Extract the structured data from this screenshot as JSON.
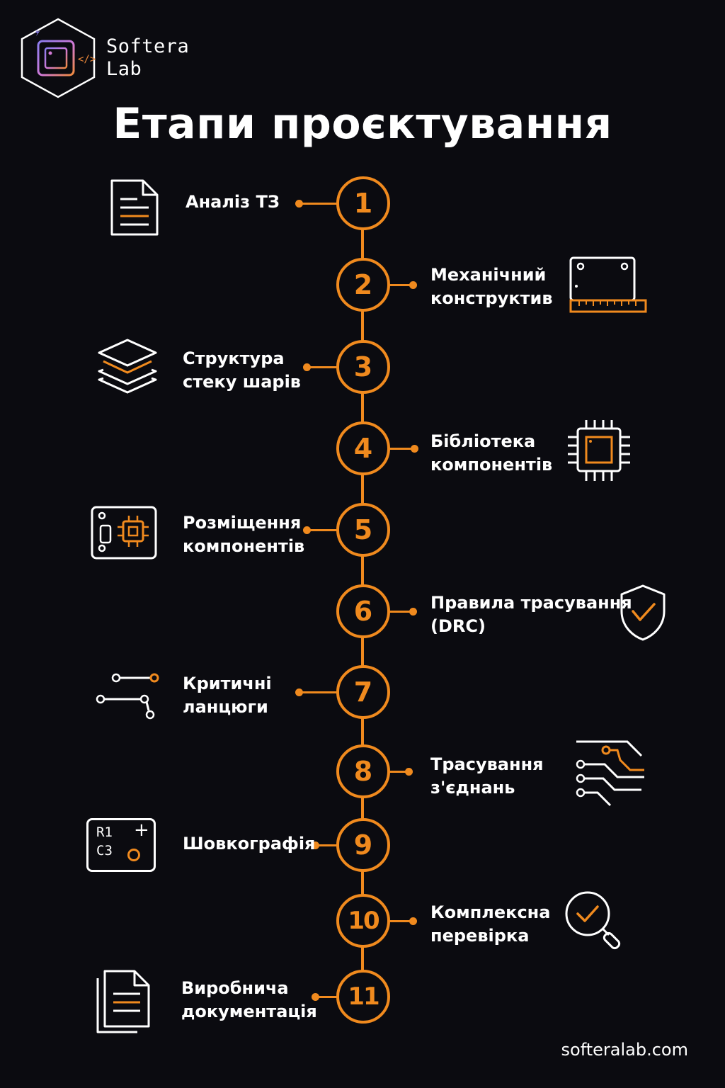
{
  "brand": {
    "line1": "Softera",
    "line2": "Lab"
  },
  "title": "Етапи проєктування",
  "steps": [
    {
      "number": "1",
      "line1": "Аналіз ТЗ",
      "line2": "",
      "side": "left",
      "icon": "document-icon"
    },
    {
      "number": "2",
      "line1": "Механічний",
      "line2": "конструктив",
      "side": "right",
      "icon": "board-ruler-icon"
    },
    {
      "number": "3",
      "line1": "Структура",
      "line2": "стеку шарів",
      "side": "left",
      "icon": "layers-icon"
    },
    {
      "number": "4",
      "line1": "Бібліотека",
      "line2": "компонентів",
      "side": "right",
      "icon": "chip-icon"
    },
    {
      "number": "5",
      "line1": "Розміщення",
      "line2": "компонентів",
      "side": "left",
      "icon": "board-placement-icon"
    },
    {
      "number": "6",
      "line1": "Правила трасування",
      "line2": "(DRC)",
      "side": "right",
      "icon": "shield-check-icon"
    },
    {
      "number": "7",
      "line1": "Критичні",
      "line2": "ланцюги",
      "side": "left",
      "icon": "net-path-icon"
    },
    {
      "number": "8",
      "line1": "Трасування",
      "line2": "з'єднань",
      "side": "right",
      "icon": "traces-icon"
    },
    {
      "number": "9",
      "line1": "Шовкографія",
      "line2": "",
      "side": "left",
      "icon": "silkscreen-icon"
    },
    {
      "number": "10",
      "line1": "Комплексна",
      "line2": "перевірка",
      "side": "right",
      "icon": "magnifier-check-icon"
    },
    {
      "number": "11",
      "line1": "Виробнича",
      "line2": "документація",
      "side": "left",
      "icon": "documents-icon"
    }
  ],
  "silkscreen": {
    "ref1": "R1",
    "ref2": "C3",
    "plus": "+"
  },
  "website": "softeralab.com",
  "colors": {
    "accent": "#f08a1e",
    "background": "#0b0b10",
    "text": "#ffffff"
  }
}
